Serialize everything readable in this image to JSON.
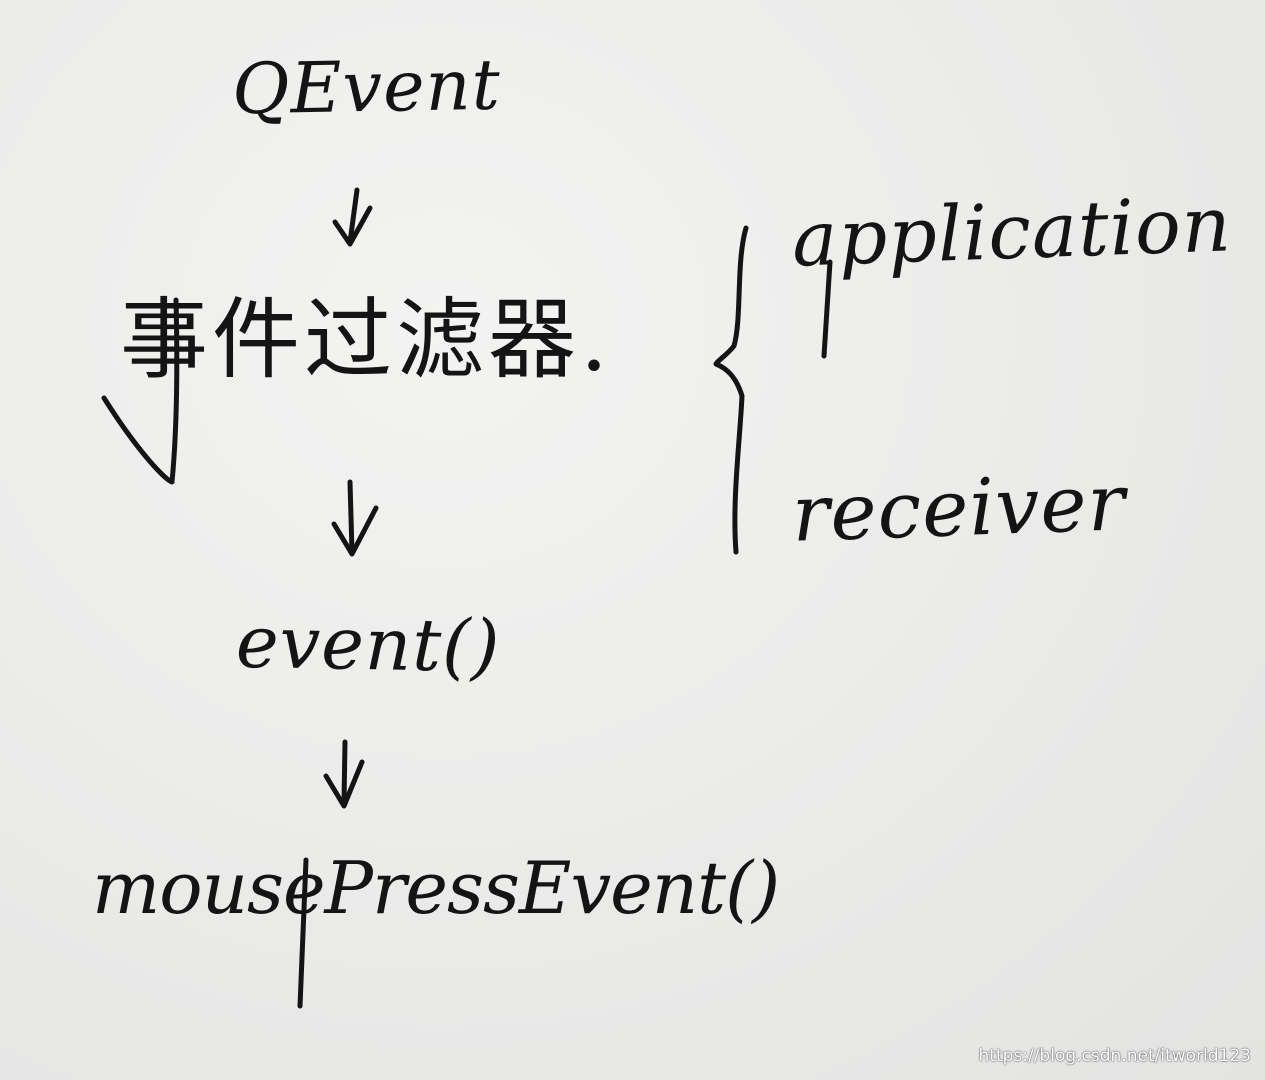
{
  "diagram": {
    "nodes": [
      {
        "id": "qevent",
        "label": "QEvent"
      },
      {
        "id": "filter",
        "label": "事件过滤器."
      },
      {
        "id": "event",
        "label": "event()"
      },
      {
        "id": "mouse",
        "label": "mousePressEvent()"
      }
    ],
    "edges": [
      {
        "from": "qevent",
        "to": "filter"
      },
      {
        "from": "filter",
        "to": "event"
      },
      {
        "from": "event",
        "to": "mouse"
      }
    ],
    "brace": {
      "attached_to": "filter",
      "branches": [
        {
          "label": "application"
        },
        {
          "label": "receiver"
        }
      ]
    }
  },
  "watermark": "https://blog.csdn.net/itworld123",
  "colors": {
    "ink": "#141414",
    "paper": "#ececeb"
  }
}
